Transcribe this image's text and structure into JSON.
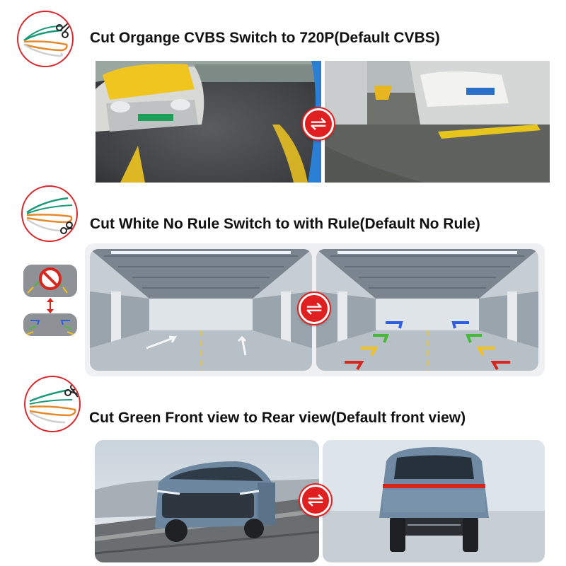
{
  "sections": [
    {
      "heading": "Cut Organge CVBS Switch to 720P(Default CVBS)",
      "cut_wire": "orange",
      "swap_glyph": "⇌",
      "images": [
        "front-car-view-cvbs",
        "front-car-view-720p"
      ]
    },
    {
      "heading": "Cut White No Rule Switch to with Rule(Default No Rule)",
      "cut_wire": "white",
      "swap_glyph": "⇌",
      "images": [
        "parking-garage-no-rule",
        "parking-garage-with-rule"
      ]
    },
    {
      "heading": "Cut Green Front view to Rear view(Default front view)",
      "cut_wire": "green",
      "swap_glyph": "⇌",
      "images": [
        "suv-front-view",
        "suv-rear-view"
      ]
    }
  ],
  "colors": {
    "accent_red": "#e02020",
    "wire_green": "#1a9a7a",
    "wire_orange": "#e58a2a",
    "wire_white": "#cfcfcf",
    "rule_red": "#d9261c",
    "rule_yellow": "#f2c21a",
    "rule_green": "#48b83a",
    "rule_blue": "#2f5fe0"
  },
  "icons": [
    "scissors-icon",
    "wire-cut-badge",
    "swap-arrows-icon",
    "no-symbol-icon",
    "double-arrow-icon"
  ]
}
